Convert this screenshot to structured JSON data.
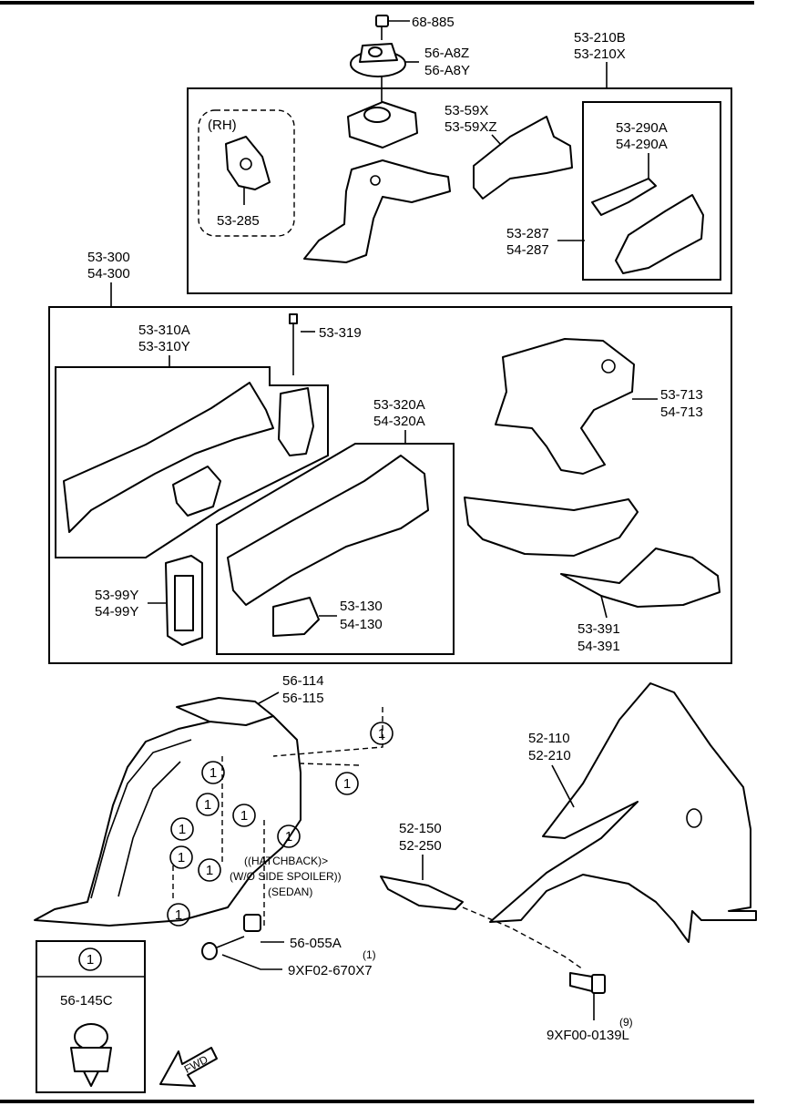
{
  "labels": {
    "p68_885": "68-885",
    "p56_a8z": "56-A8Z",
    "p56_a8y": "56-A8Y",
    "p53_210b": "53-210B",
    "p53_210x": "53-210X",
    "rh": "(RH)",
    "p53_285": "53-285",
    "p53_59x": "53-59X",
    "p53_59xz": "53-59XZ",
    "p53_290a": "53-290A",
    "p54_290a": "54-290A",
    "p53_287": "53-287",
    "p54_287": "54-287",
    "p53_300": "53-300",
    "p54_300": "54-300",
    "p53_310a": "53-310A",
    "p53_310y": "53-310Y",
    "p53_319": "53-319",
    "p53_320a": "53-320A",
    "p54_320a": "54-320A",
    "p53_713": "53-713",
    "p54_713": "54-713",
    "p53_99y": "53-99Y",
    "p54_99y": "54-99Y",
    "p53_130": "53-130",
    "p54_130": "54-130",
    "p53_391": "53-391",
    "p54_391": "54-391",
    "p56_114": "56-114",
    "p56_115": "56-115",
    "p52_110": "52-110",
    "p52_210": "52-210",
    "p52_150": "52-150",
    "p52_250": "52-250",
    "note_hatchback": "((HATCHBACK)>",
    "note_side_spoiler": "(W/O SIDE SPOILER))",
    "note_sedan": "(SEDAN)",
    "p56_055a": "56-055A",
    "qty_1": "(1)",
    "p9xf02": "9XF02-670X7",
    "qty_9": "(9)",
    "p9xf00": "9XF00-0139L",
    "callout": "1",
    "legend_number": "1",
    "p56_145c": "56-145C",
    "fwd": "FWD"
  }
}
